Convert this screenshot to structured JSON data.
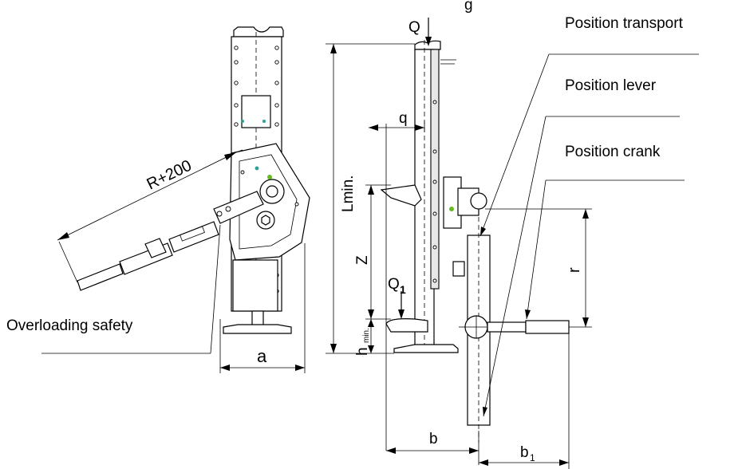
{
  "labels": {
    "top_partial": "g",
    "position_transport": "Position transport",
    "position_lever": "Position lever",
    "position_crank": "Position crank",
    "overloading_safety": "Overloading safety",
    "r_plus_200": "R+200",
    "a": "a",
    "l_min": "Lmin.",
    "q_top": "Q",
    "q_small": "q",
    "z": "Z",
    "q1": "Q",
    "q1_sub": "1",
    "h_min_h": "h",
    "h_min_sub": "min.",
    "r": "r",
    "b": "b",
    "b1": "b",
    "b1_sub": "1"
  }
}
